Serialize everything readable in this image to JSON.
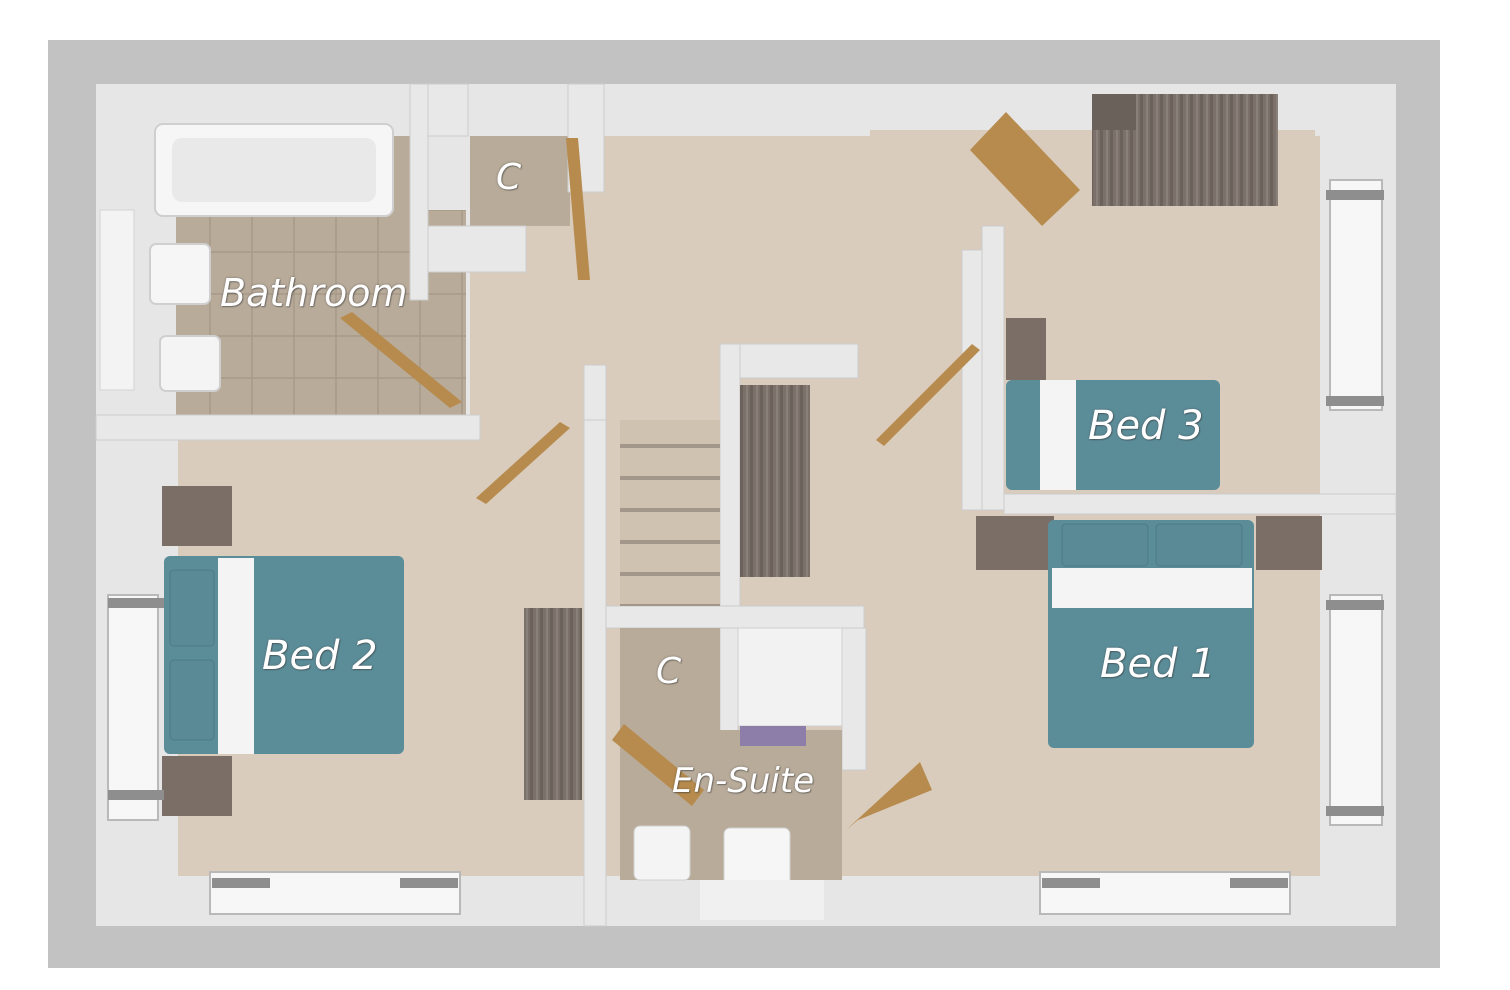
{
  "floorplan": {
    "rooms": {
      "bathroom": "Bathroom",
      "cupboard_top": "C",
      "cupboard_bottom": "C",
      "bed1": "Bed 1",
      "bed2": "Bed 2",
      "bed3": "Bed 3",
      "ensuite": "En-Suite"
    },
    "colors": {
      "outer_wall": "#bfbfbf",
      "carpet": "#d8cbbb",
      "tile": "#b9ab99",
      "door": "#b48a4c",
      "bed_blue": "#5a8c98",
      "wardrobe": "#7a6f68"
    }
  }
}
